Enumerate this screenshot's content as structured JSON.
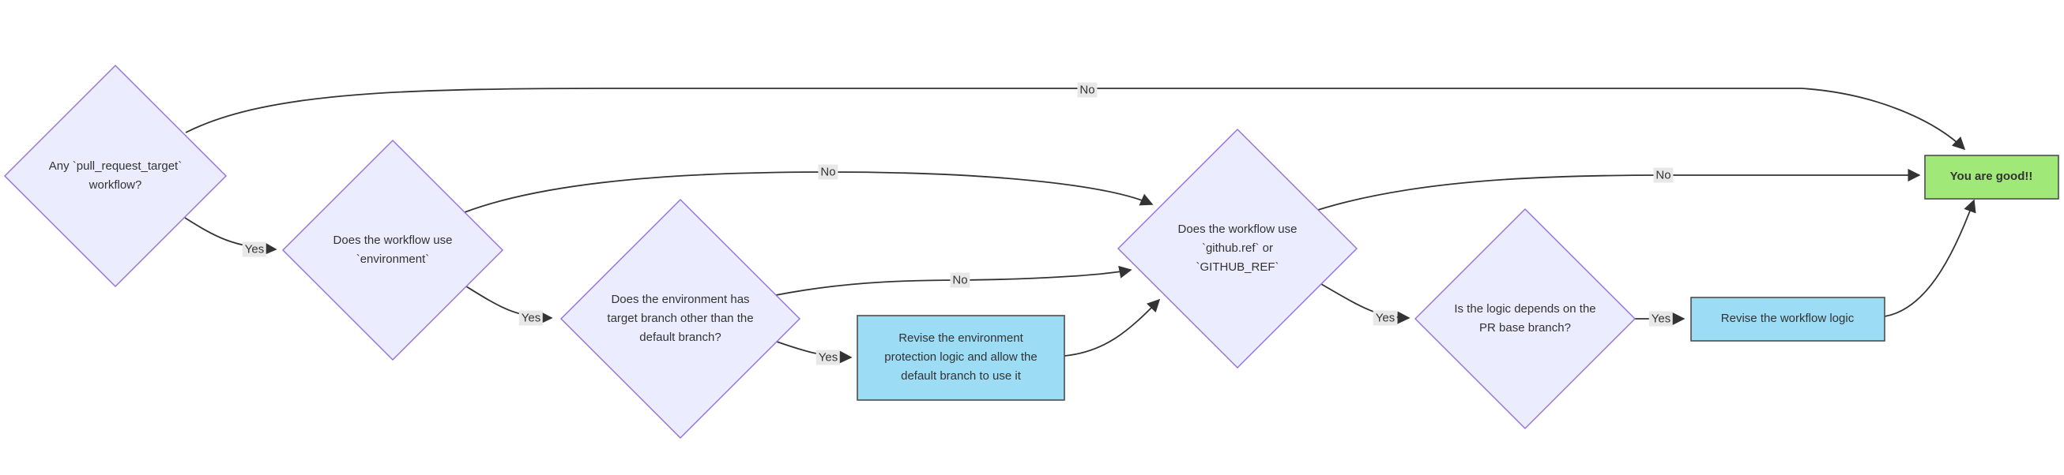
{
  "diagram": {
    "type": "flowchart",
    "direction": "left-to-right",
    "colors": {
      "decision_fill": "#ECECFF",
      "decision_border": "#9370DB",
      "action_fill": "#9CDCF4",
      "action_border": "#4D4D4D",
      "good_fill": "#A0E878",
      "good_border": "#4D4D4D",
      "edge": "#333333",
      "edge_label_bg": "#E8E8E8",
      "text": "#333333"
    },
    "nodes": [
      {
        "id": "start",
        "type": "decision",
        "label": "Any `pull_request_target` workflow?"
      },
      {
        "id": "env",
        "type": "decision",
        "label": "Does the workflow use `environment`"
      },
      {
        "id": "env-branch",
        "type": "decision",
        "label": "Does the environment has target branch other than the default branch?"
      },
      {
        "id": "revise-env",
        "type": "action",
        "label": "Revise the environment protection logic and allow the default branch to use it"
      },
      {
        "id": "ref",
        "type": "decision",
        "label": "Does the workflow use `github.ref` or `GITHUB_REF`"
      },
      {
        "id": "pr-base",
        "type": "decision",
        "label": "Is the logic depends on the PR base branch?"
      },
      {
        "id": "revise-logic",
        "type": "action",
        "label": "Revise the workflow logic"
      },
      {
        "id": "good",
        "type": "result",
        "label": "You are good!!"
      }
    ],
    "edges": [
      {
        "from": "start",
        "to": "good",
        "label": "No"
      },
      {
        "from": "start",
        "to": "env",
        "label": "Yes"
      },
      {
        "from": "env",
        "to": "ref",
        "label": "No"
      },
      {
        "from": "env",
        "to": "env-branch",
        "label": "Yes"
      },
      {
        "from": "env-branch",
        "to": "ref",
        "label": "No"
      },
      {
        "from": "env-branch",
        "to": "revise-env",
        "label": "Yes"
      },
      {
        "from": "revise-env",
        "to": "ref",
        "label": ""
      },
      {
        "from": "ref",
        "to": "good",
        "label": "No"
      },
      {
        "from": "ref",
        "to": "pr-base",
        "label": "Yes"
      },
      {
        "from": "pr-base",
        "to": "revise-logic",
        "label": "Yes"
      },
      {
        "from": "revise-logic",
        "to": "good",
        "label": ""
      }
    ]
  }
}
